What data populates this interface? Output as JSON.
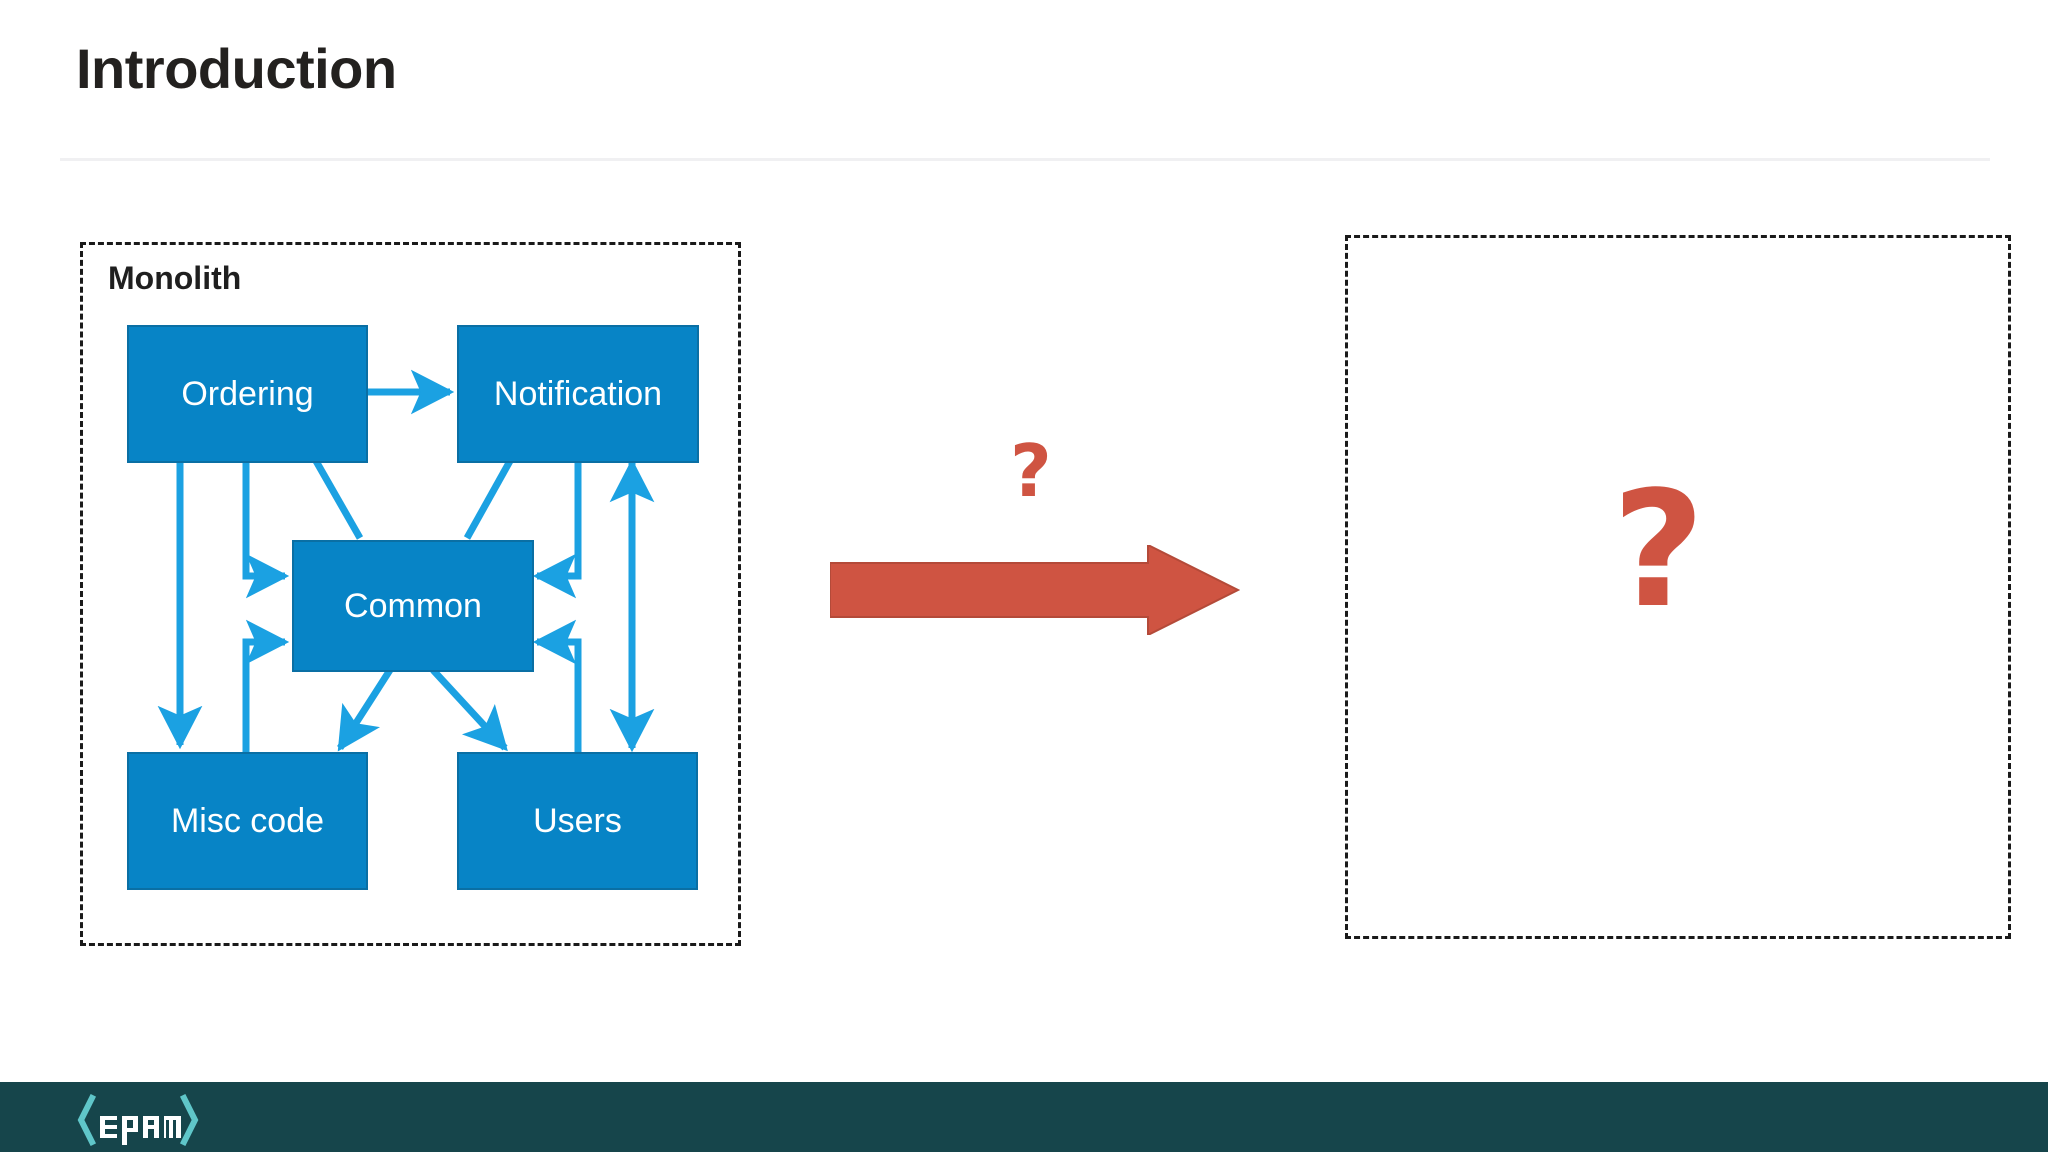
{
  "slide": {
    "title": "Introduction",
    "background": "#ffffff"
  },
  "colors": {
    "node_fill": "#0784c6",
    "node_border": "#0a6fa4",
    "arrow_blue": "#1ba1e2",
    "accent_red": "#cf5442",
    "footer_bg": "#16454b",
    "logo_bracket": "#5fc6c9",
    "logo_text": "#ffffff",
    "dashed_border": "#1a1a1a",
    "title_text": "#23211f"
  },
  "left_group": {
    "label": "Monolith",
    "nodes": [
      {
        "id": "ordering",
        "label": "Ordering"
      },
      {
        "id": "notification",
        "label": "Notification"
      },
      {
        "id": "common",
        "label": "Common"
      },
      {
        "id": "misc",
        "label": "Misc code"
      },
      {
        "id": "users",
        "label": "Users"
      }
    ],
    "connections": [
      {
        "from": "ordering",
        "to": "notification",
        "style": "single"
      },
      {
        "from": "ordering",
        "to": "common",
        "style": "single"
      },
      {
        "from": "ordering",
        "to": "misc",
        "style": "single"
      },
      {
        "from": "common",
        "to": "ordering",
        "style": "single"
      },
      {
        "from": "notification",
        "to": "common",
        "style": "single"
      },
      {
        "from": "notification",
        "to": "users",
        "style": "double"
      },
      {
        "from": "users",
        "to": "common",
        "style": "single"
      },
      {
        "from": "misc",
        "to": "common",
        "style": "single"
      },
      {
        "from": "common",
        "to": "misc",
        "style": "single"
      },
      {
        "from": "common",
        "to": "users",
        "style": "single"
      },
      {
        "from": "common",
        "to": "notification",
        "style": "single"
      }
    ]
  },
  "transform": {
    "arrow_icon": "right-arrow-icon",
    "question_label": "?"
  },
  "right_group": {
    "question_label": "?"
  },
  "footer": {
    "logo_open": "‹",
    "logo_text": "epam",
    "logo_close": "›"
  }
}
